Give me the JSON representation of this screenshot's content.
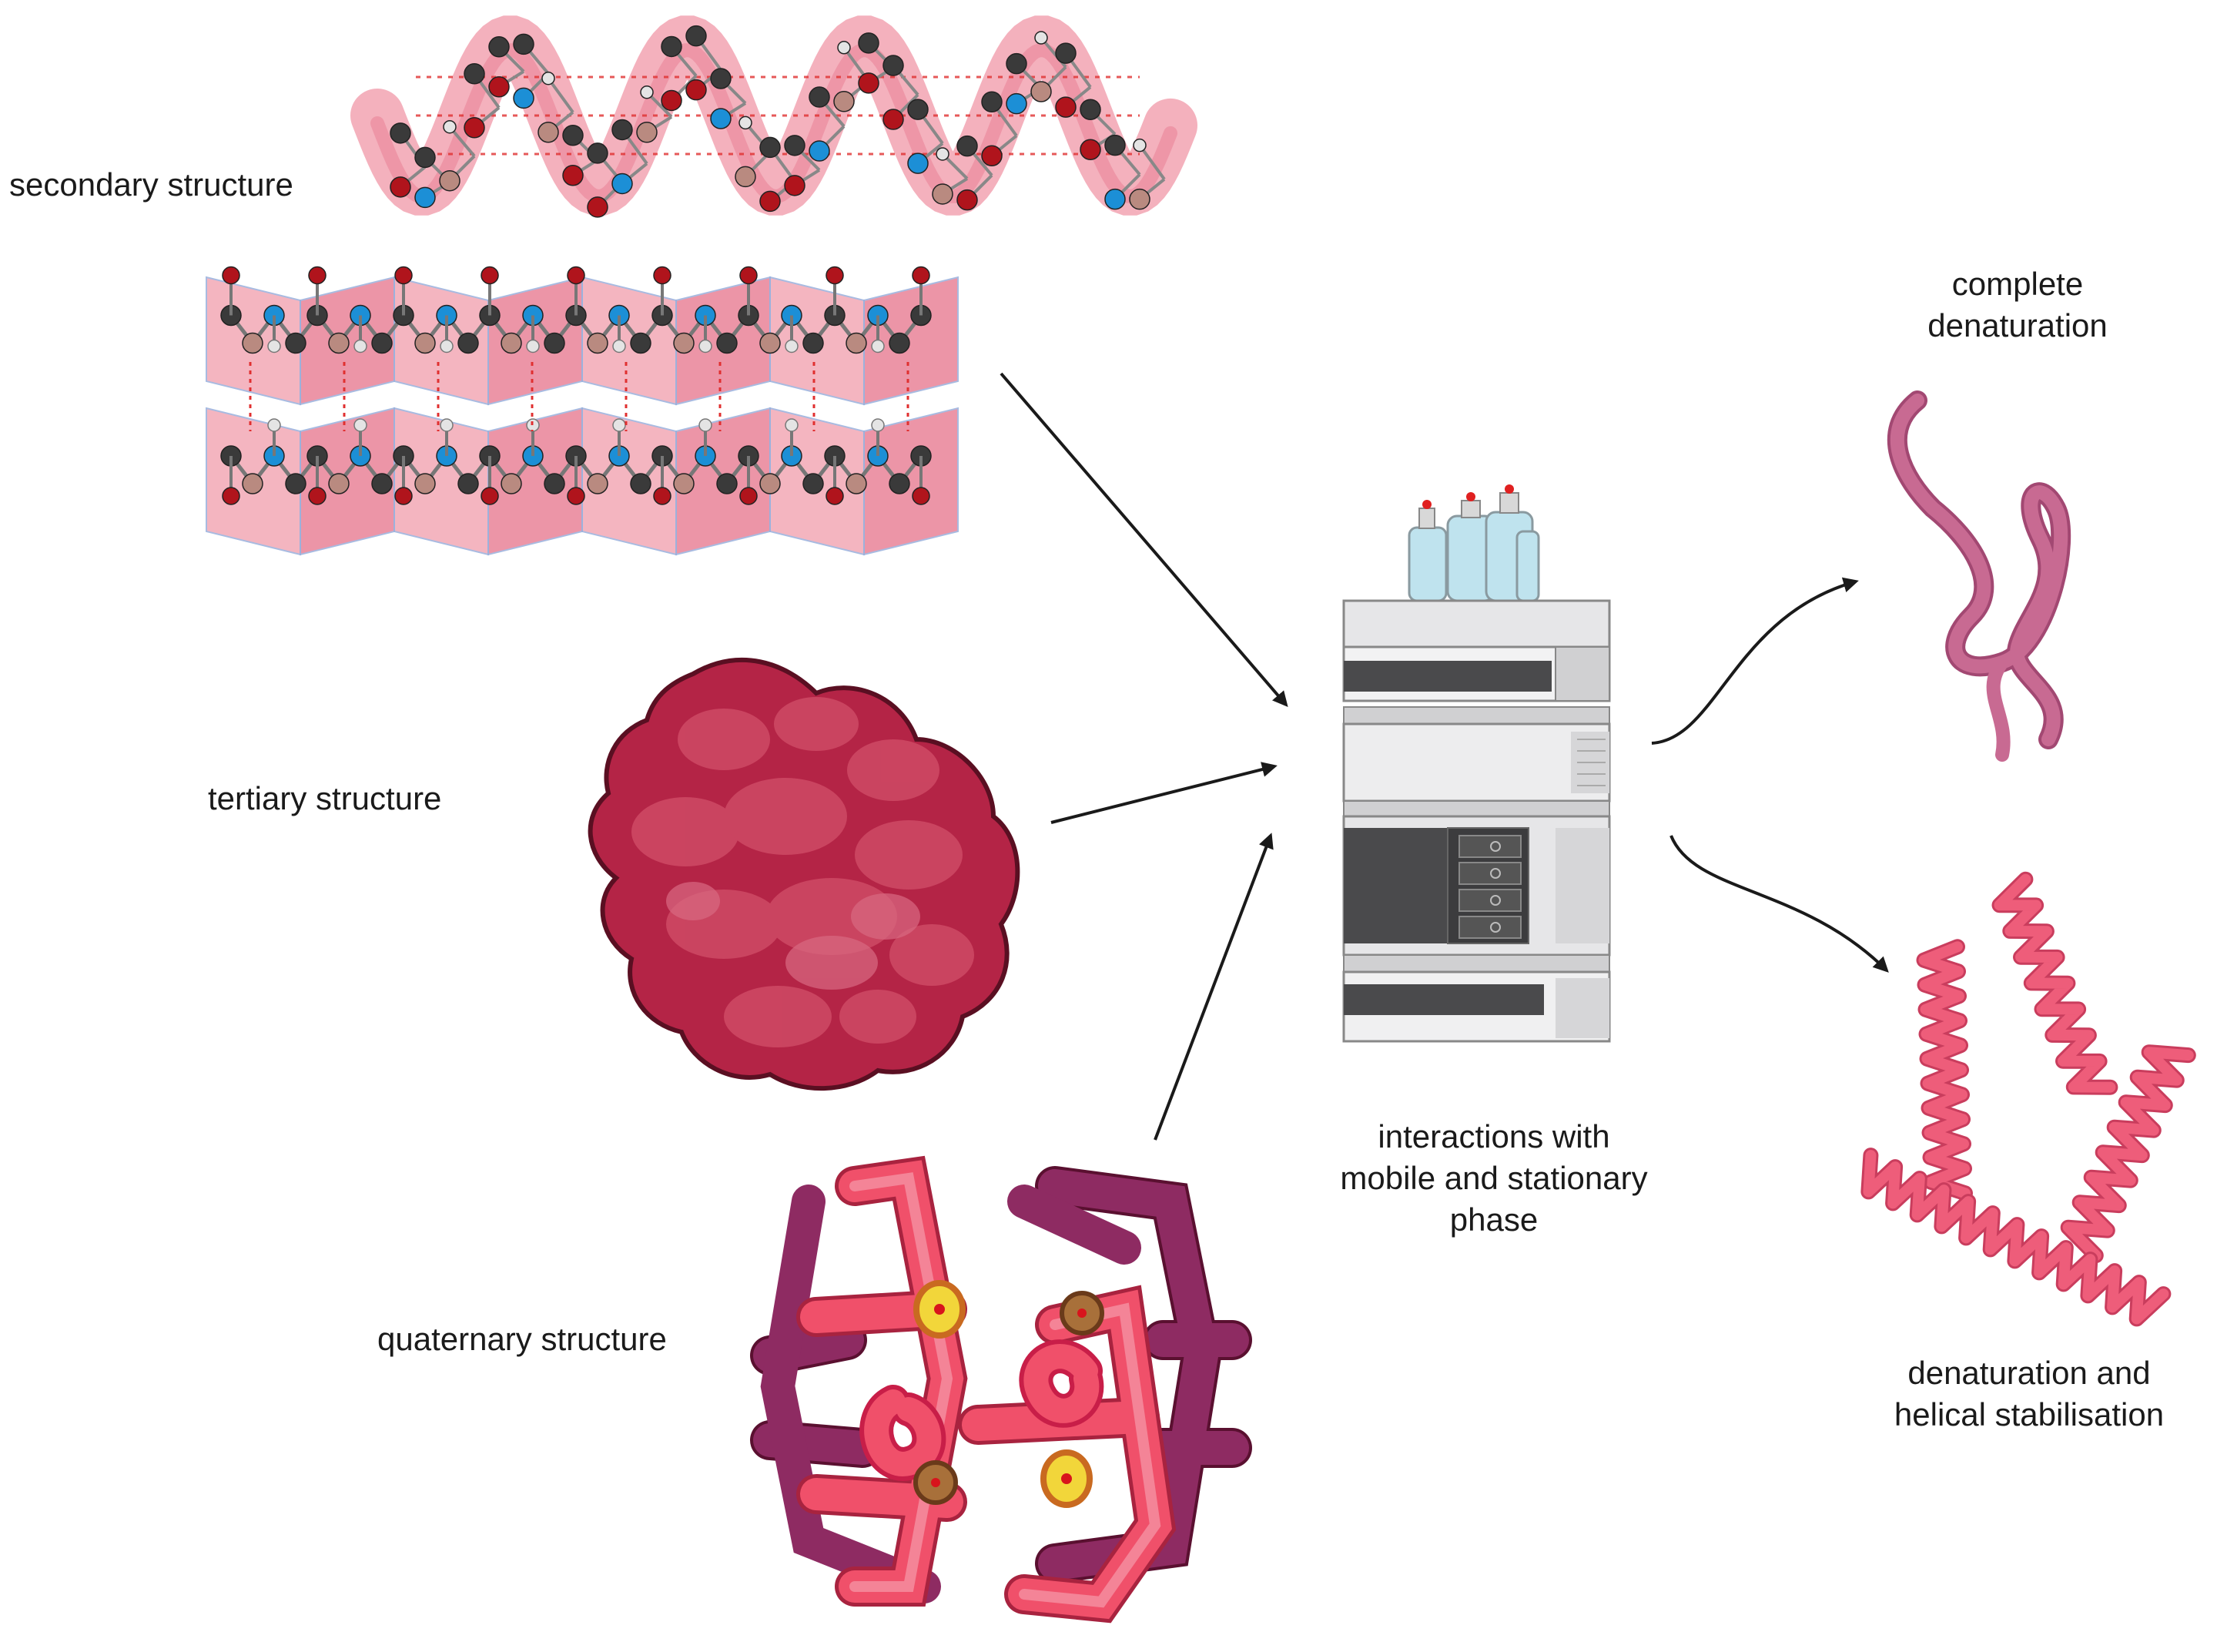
{
  "labels": {
    "secondary": "secondary structure",
    "tertiary": "tertiary structure",
    "quaternary": "quaternary structure",
    "instrument": [
      "interactions with",
      "mobile and stationary",
      "phase"
    ],
    "complete": [
      "complete",
      "denaturation"
    ],
    "helical": [
      "denaturation and",
      "helical stabilisation"
    ]
  },
  "colors": {
    "ribbon": "#f3a9b6",
    "ribbon_dark": "#e98398",
    "carbon": "#3a3a3a",
    "oxygen": "#b0141c",
    "nitrogen": "#1c8fd6",
    "hydrogen": "#e4e4e4",
    "side_chain": "#b98a80",
    "hbond": "#e03030",
    "globule": "#b42446",
    "globule_light": "#cf4a65",
    "quat_pink": "#f0506a",
    "quat_purple": "#8e2b62",
    "heme": "#f2d63a",
    "heme_brown": "#a8703a",
    "arrow": "#1a1a1a",
    "coil": "#c86a92",
    "helix": "#ee5d7a",
    "instrument_light": "#e6e6e8",
    "instrument_dark": "#4a4a4c",
    "bottle": "#bfe3ee"
  },
  "icons": [
    "alpha-helix-icon",
    "beta-sheet-icon",
    "globular-protein-icon",
    "hemoglobin-icon",
    "hplc-instrument-icon",
    "random-coil-icon",
    "helix-fragments-icon"
  ]
}
